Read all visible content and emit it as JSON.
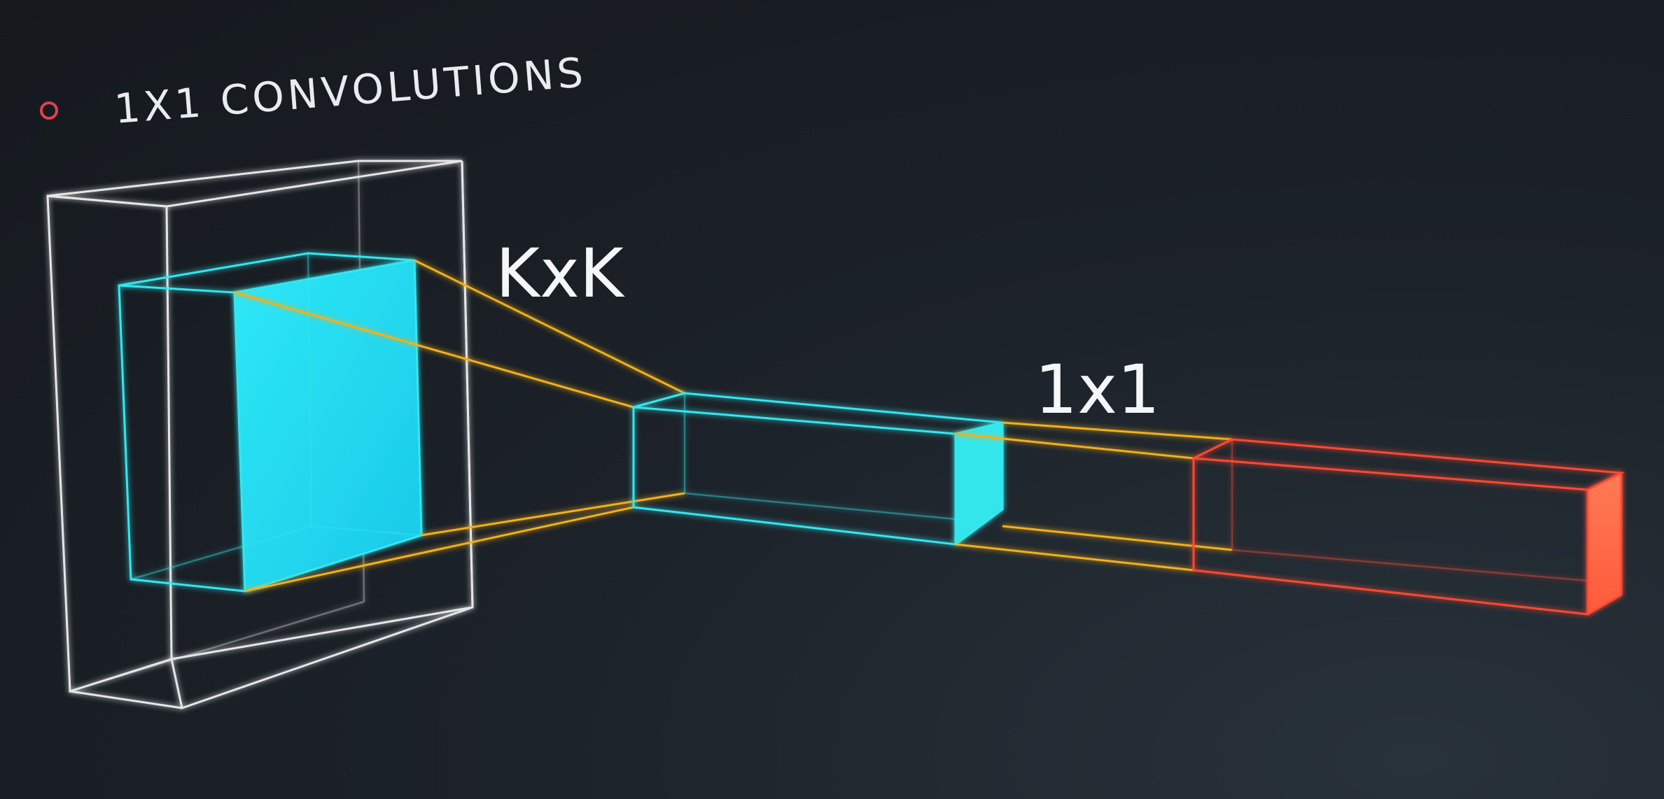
{
  "header": {
    "bullet_color": "#e0404e",
    "title": "1X1 CONVOLUTIONS"
  },
  "labels": {
    "kernel": "KxK",
    "pointwise": "1x1"
  },
  "colors": {
    "background": "#1a1f25",
    "input_volume": "#e6e6e6",
    "kernel_volume": "#35e6ee",
    "connector_lines": "#f2b01e",
    "output_volume": "#ff4a32"
  }
}
